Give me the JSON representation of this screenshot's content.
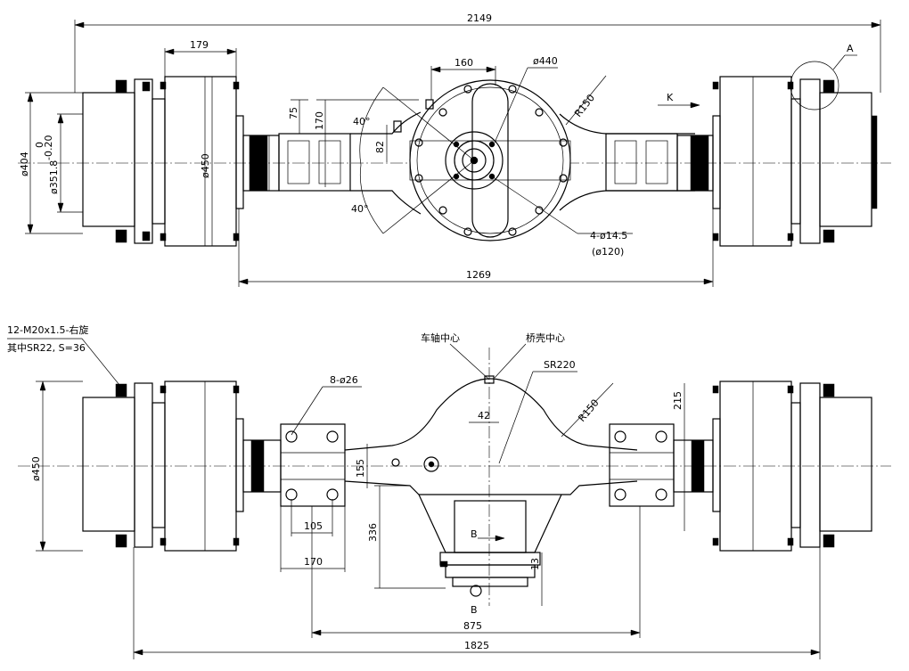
{
  "dimensions": {
    "top_overall": "2149",
    "top_flange": "179",
    "top_center_width": "160",
    "top_housing_dia": "ø440",
    "top_radius": "R150",
    "top_dia_404": "ø404",
    "top_dia_351": "ø351.8",
    "top_tol_upper": "0",
    "top_tol_lower": "-0.20",
    "top_dia_450": "ø450",
    "top_150": "150",
    "top_75": "75",
    "top_170": "170",
    "top_82": "82",
    "top_angle_upper": "40°",
    "top_angle_lower": "40°",
    "top_holes": "4-ø14.5",
    "top_holes_pcd": "(ø120)",
    "top_1269": "1269",
    "detail_label": "A",
    "view_arrow_label": "K",
    "bolt_note_line1": "12-M20x1.5-右旋",
    "bolt_note_line2": "其中SR22, S=36",
    "wheel_center_label": "车轴中心",
    "axle_center_label": "桥壳中心",
    "sr220": "SR220",
    "front_radius": "R150",
    "front_42": "42",
    "front_215": "215",
    "front_holes": "8-ø26",
    "front_dia_450": "ø450",
    "front_155": "155",
    "front_336": "336",
    "front_105": "105",
    "front_170": "170",
    "front_13": "13",
    "section_b_upper": "B",
    "section_b_lower": "B",
    "front_875": "875",
    "front_1825": "1825"
  }
}
